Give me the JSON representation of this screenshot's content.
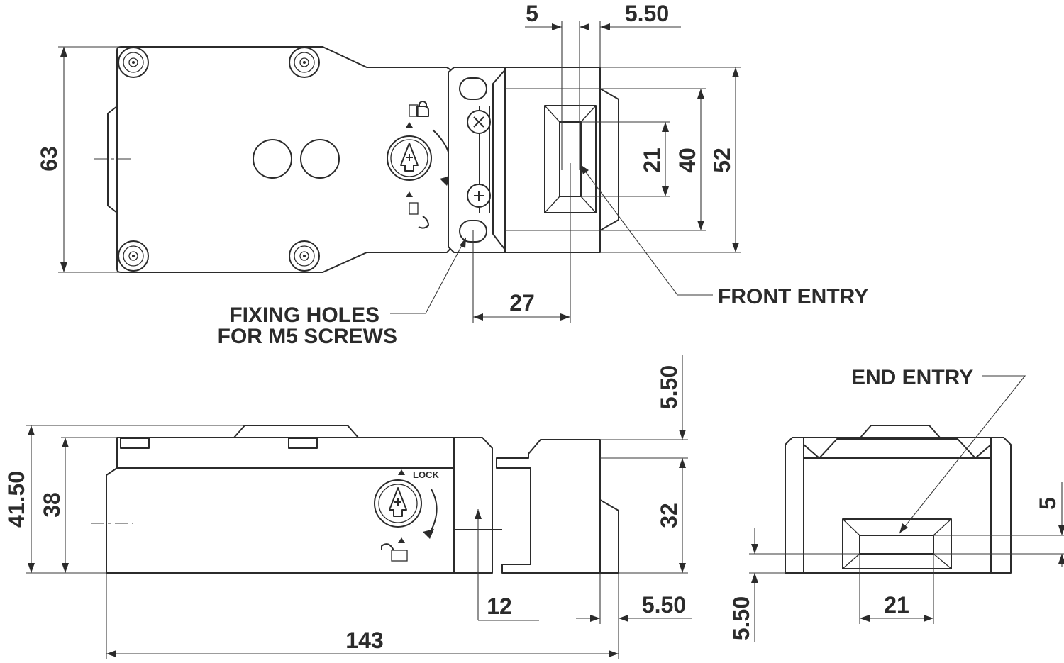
{
  "dimensions": {
    "top_slot_width": "5",
    "top_offset": "5.50",
    "top_height": "63",
    "entry_height": "21",
    "entry_frame_height": "40",
    "head_height": "52",
    "entry_offset": "27",
    "side_top_offset": "5.50",
    "side_total_height": "41.50",
    "side_body_height": "38",
    "side_head_height": "32",
    "side_entry_offset": "12",
    "side_head_offset": "5.50",
    "side_length": "143",
    "end_entry_height": "5",
    "end_entry_width": "21",
    "end_entry_offset": "5.50"
  },
  "labels": {
    "front_entry": "FRONT ENTRY",
    "fixing_holes_line1": "FIXING HOLES",
    "fixing_holes_line2": "FOR M5 SCREWS",
    "end_entry": "END ENTRY",
    "lock": "LOCK"
  }
}
